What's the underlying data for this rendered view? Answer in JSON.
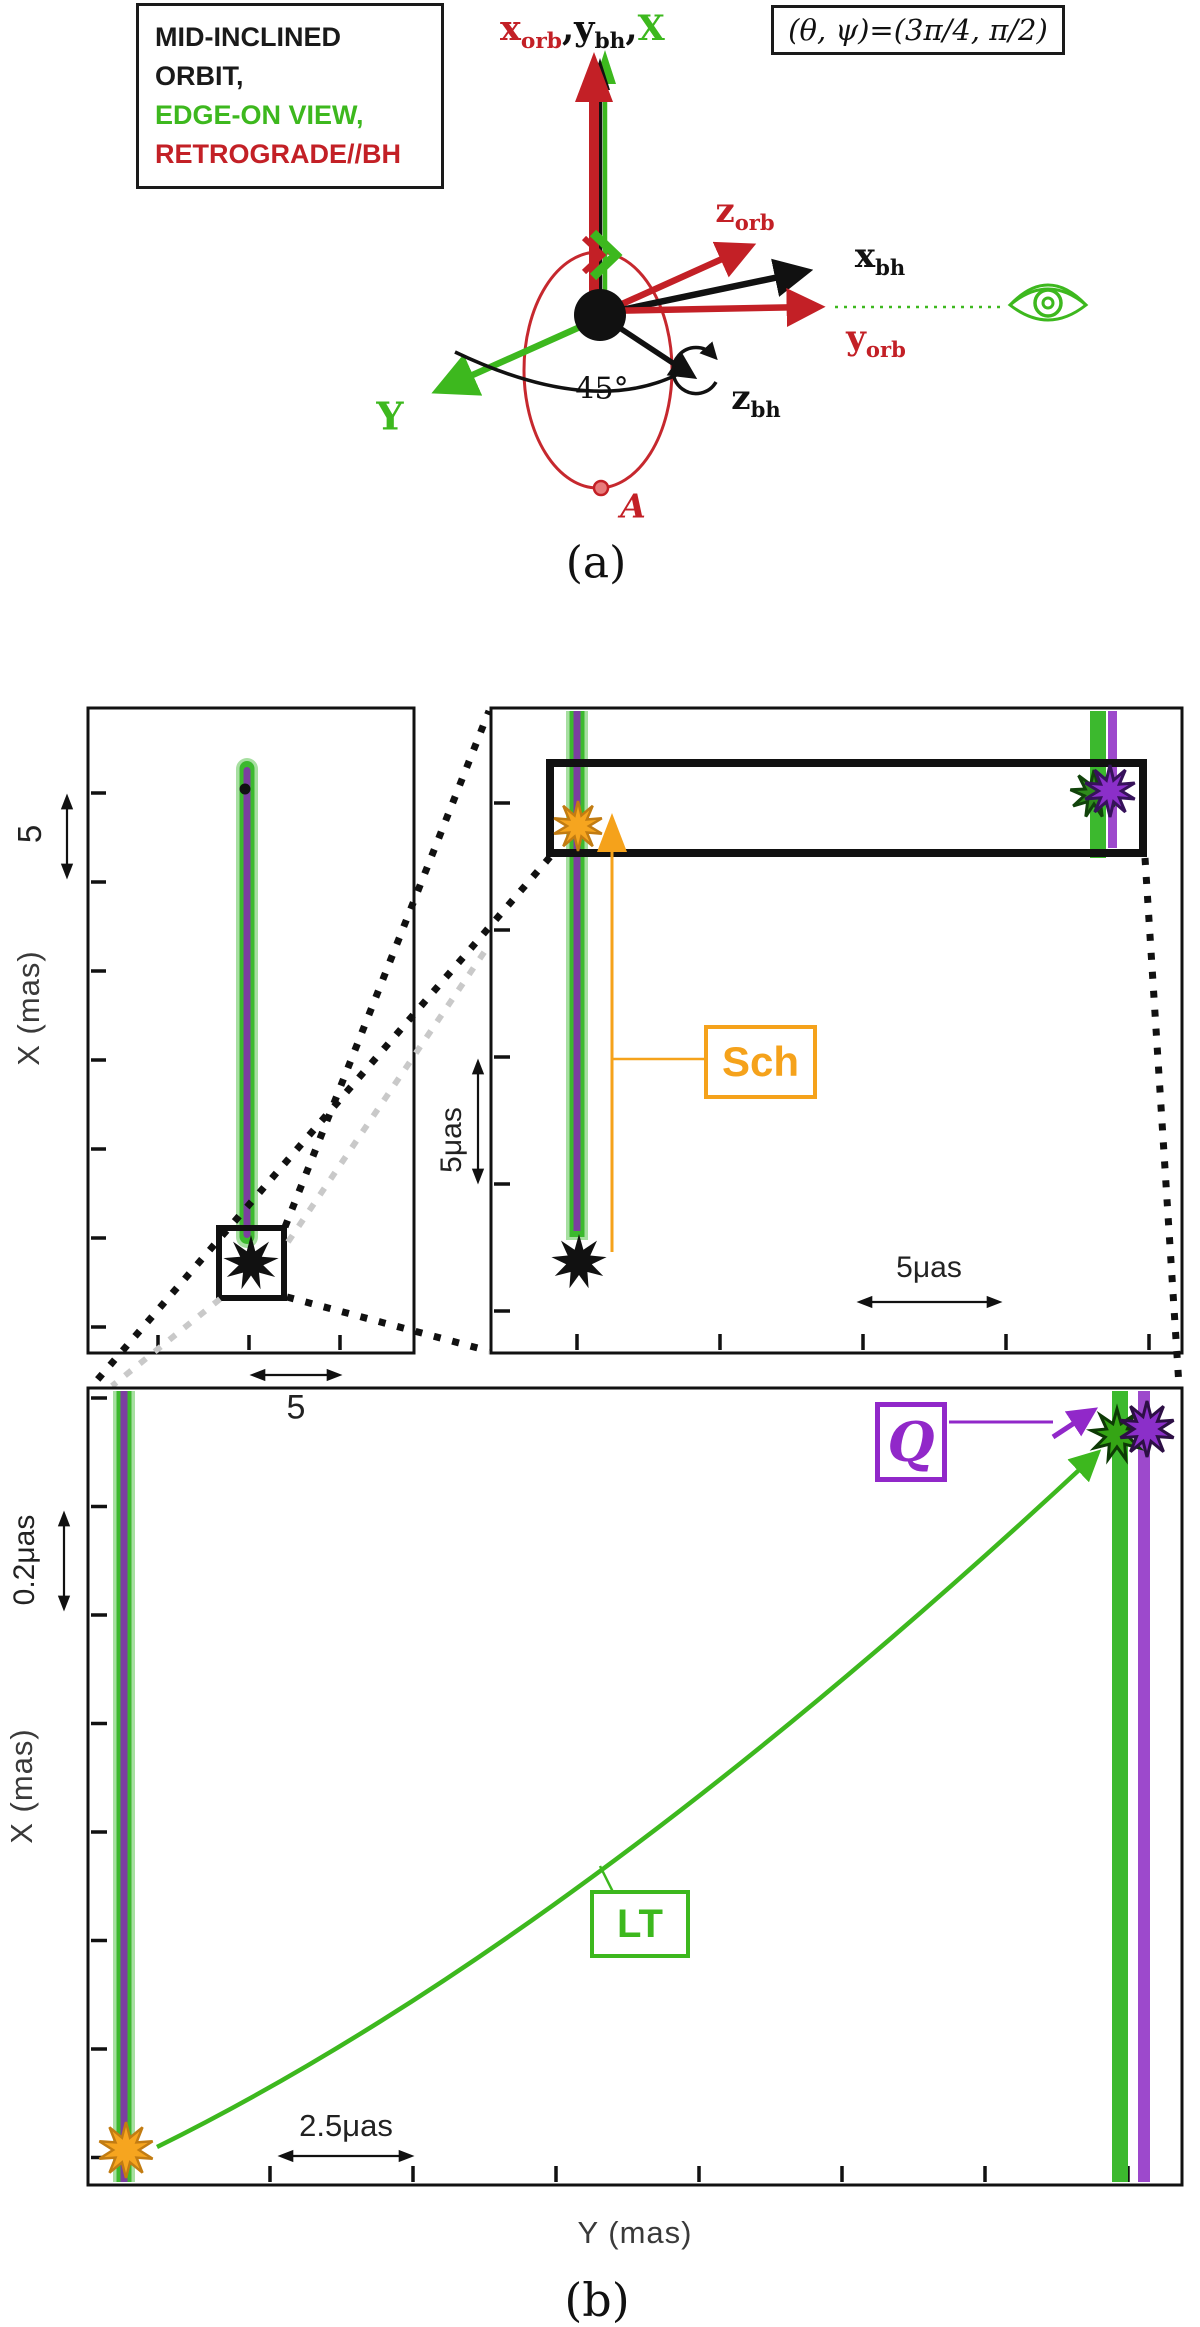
{
  "panel_a": {
    "legend": {
      "line1": "MID-INCLINED",
      "line2": "ORBIT,",
      "line3": "EDGE-ON VIEW,",
      "line4": "RETROGRADE//BH"
    },
    "angles_box": "(θ, ψ)=(3π/4, π/2)",
    "top_axis": {
      "x": "x",
      "x_sub": "orb",
      "sep1": " , ",
      "y": "y",
      "y_sub": "bh",
      "sep2": ", ",
      "X": "X"
    },
    "vectors": {
      "z_orb": {
        "base": "z",
        "sub": "orb"
      },
      "x_bh": {
        "base": "x",
        "sub": "bh"
      },
      "y_orb": {
        "base": "y",
        "sub": "orb"
      },
      "z_bh": {
        "base": "z",
        "sub": "bh"
      },
      "Y": "Y"
    },
    "angle_label": "45°",
    "apoapsis_label": "A",
    "caption": "(a)"
  },
  "panel_b": {
    "overview": {
      "ylabel": "X (mas)",
      "y_scale": "5",
      "x_scale": "5"
    },
    "zoom_mid": {
      "y_scale": "5μas",
      "x_scale": "5μas",
      "sch": "Sch"
    },
    "zoom_big": {
      "ylabel": "X (mas)",
      "xlabel": "Y (mas)",
      "y_scale": "0.2μas",
      "x_scale": "2.5μas",
      "lt": "LT",
      "q": "Q"
    },
    "caption": "(b)"
  },
  "colors": {
    "green": "#3db81e",
    "red": "#c32026",
    "orange": "#f5a21b",
    "purple_star": "#8b2fc9",
    "band_green": "#3cb92e",
    "band_purple_core": "#7b3fa0",
    "thick_purple": "#9d49cc",
    "gray_dash": "#c9c9c9",
    "black": "#111111"
  },
  "chart_data": [
    {
      "id": "b-overview",
      "type": "line",
      "title": "pulsar astrometric track, wide view",
      "ylabel": "X (mas)",
      "y_scale_bar": "5",
      "x_scale_bar": "5",
      "tracks": [
        {
          "name": "pulsar track (all metrics overlaid)",
          "colors": [
            "green",
            "purple"
          ],
          "shape": "long vertical line ending at black hole"
        }
      ],
      "markers": [
        {
          "name": "track start dot",
          "symbol": "small black dot"
        },
        {
          "name": "black hole position",
          "symbol": "black sunburst star inside black inset square"
        }
      ]
    },
    {
      "id": "b-zoom-mid",
      "type": "line",
      "title": "zoom on inset square of overview",
      "y_scale_bar": "5μas",
      "x_scale_bar": "5μas",
      "labels": [
        {
          "text": "Sch",
          "color": "orange"
        }
      ],
      "markers": [
        {
          "name": "Schwarzschild end point",
          "symbol": "orange sunburst star"
        },
        {
          "name": "quadrupole end point",
          "symbol": "purple sunburst star over dark green star"
        },
        {
          "name": "black hole position",
          "symbol": "black sunburst star"
        }
      ],
      "annotations": [
        "black rectangle marks region zoomed in bottom panel",
        "orange arrow marks Sch track"
      ]
    },
    {
      "id": "b-zoom-big",
      "type": "line",
      "title": "zoom on end-point separations",
      "ylabel": "X (mas)",
      "xlabel": "Y (mas)",
      "y_scale_bar": "0.2μas",
      "x_scale_bar": "2.5μas",
      "labels": [
        {
          "text": "LT",
          "color": "green"
        },
        {
          "text": "Q",
          "color": "purple"
        }
      ],
      "markers": [
        {
          "name": "Sch end point",
          "symbol": "orange sunburst star on green/purple track"
        },
        {
          "name": "LT end point",
          "symbol": "green sunburst star on green track"
        },
        {
          "name": "Q end point",
          "symbol": "purple sunburst star on purple track"
        }
      ],
      "annotations": [
        "green curved arrow (Lense-Thirring shift) from orange star to green/purple stars",
        "purple arrow from Q label to purple star"
      ]
    }
  ]
}
